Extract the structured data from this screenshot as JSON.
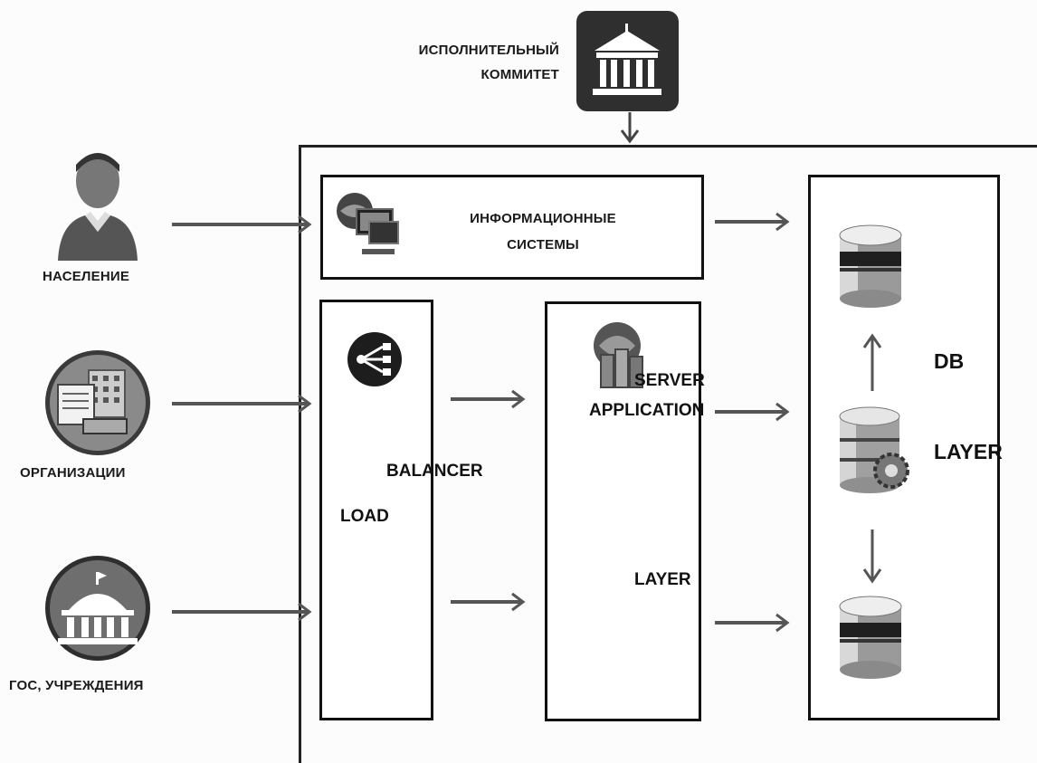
{
  "executive": {
    "line1": "ИСПОЛНИТЕЛЬНЫЙ",
    "line2": "КОММИТЕТ"
  },
  "actors": {
    "population": "НАСЕЛЕНИЕ",
    "organizations": "ОРГАНИЗАЦИИ",
    "gov": "ГОС, УЧРЕЖДЕНИЯ"
  },
  "info_systems": {
    "line1": "ИНФОРМАЦИОННЫЕ",
    "line2": "СИСТЕМЫ"
  },
  "load_balancer": {
    "word1": "LOAD",
    "word2": "BALANCER"
  },
  "app_server": {
    "word1": "APPLICATION",
    "word2": "SERVER",
    "word3": "LAYER"
  },
  "db_layer": {
    "word1": "DB",
    "word2": "LAYER"
  }
}
